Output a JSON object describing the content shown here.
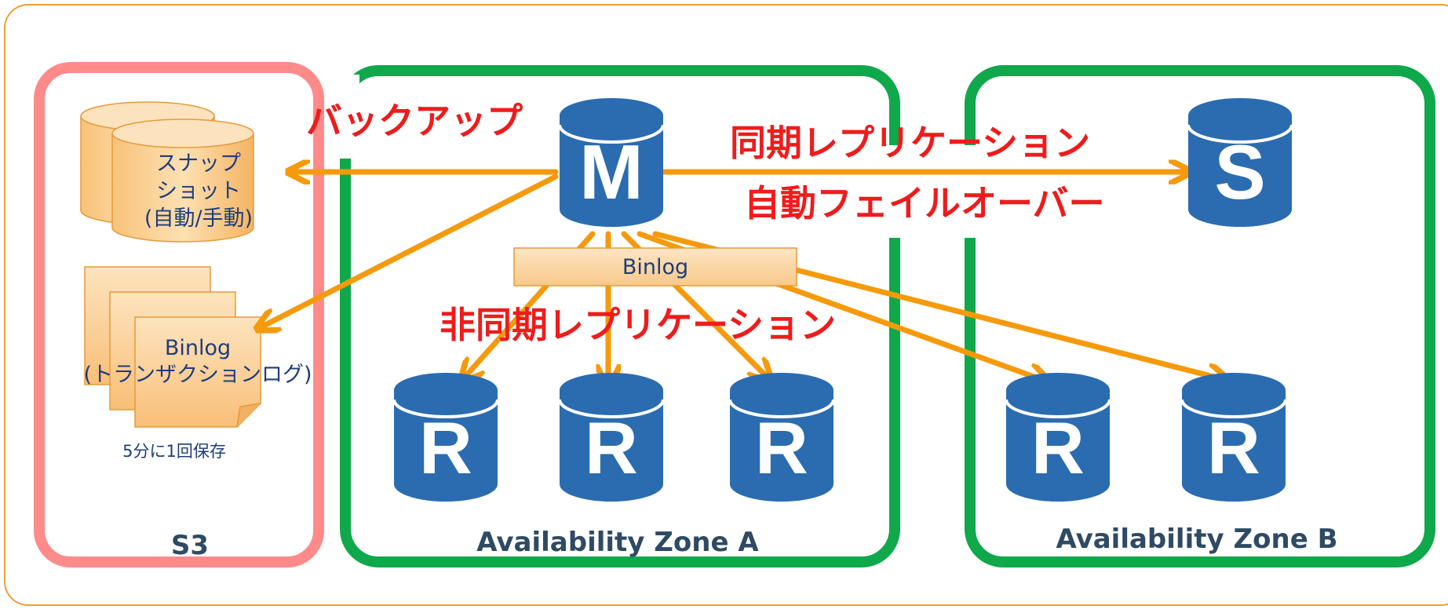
{
  "zones": {
    "s3": "S3",
    "zone_a": "Availability Zone A",
    "zone_b": "Availability Zone B"
  },
  "labels": {
    "backup": "バックアップ",
    "sync": "同期レプリケーション",
    "failover": "自動フェイルオーバー",
    "async": "非同期レプリケーション",
    "binlog_bar": "Binlog"
  },
  "snapshot": {
    "line1": "スナップ",
    "line2": "ショット",
    "line3": "(自動/手動)"
  },
  "binlog_docs": {
    "line1": "Binlog",
    "line2": "(トランザクションログ)",
    "note": "5分に1回保存"
  },
  "databases": {
    "master": "M",
    "standby": "S",
    "replica": "R"
  },
  "colors": {
    "s3_border": "#ff8a8a",
    "zone_border": "#0fa84a",
    "outer_border": "#f0a030",
    "arrow": "#f59a0c",
    "db_blue": "#2b6cb0",
    "red_text": "#ee1c1c",
    "zone_text": "#2f4a63"
  }
}
